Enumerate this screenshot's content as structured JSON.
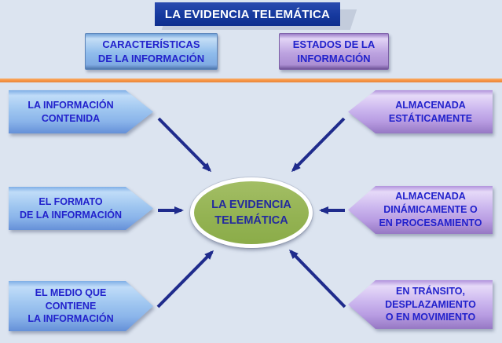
{
  "title": "LA EVIDENCIA TELEMÁTICA",
  "column_headers": {
    "characteristics": "CARACTERÍSTICAS\nDE LA INFORMACIÓN",
    "states": "ESTADOS DE LA\nINFORMACIÓN"
  },
  "characteristics": [
    {
      "label": "LA INFORMACIÓN\nCONTENIDA"
    },
    {
      "label": "EL FORMATO\nDE LA INFORMACIÓN"
    },
    {
      "label": "EL MEDIO QUE\nCONTIENE\nLA INFORMACIÓN"
    }
  ],
  "states": [
    {
      "label": "ALMACENADA\nESTÁTICAMENTE"
    },
    {
      "label": "ALMACENADA\nDINÁMICAMENTE O\nEN PROCESAMIENTO"
    },
    {
      "label": "EN TRÁNSITO,\nDESPLAZAMIENTO\nO EN MOVIMIENTO"
    }
  ],
  "center": {
    "label": "LA EVIDENCIA\nTELEMÁTICA"
  },
  "colors": {
    "background": "#DCE4F0",
    "title_bg": "#16399E",
    "title_text": "#FFFFFF",
    "blue_box": "#9FC6F0",
    "purple_box": "#CBB6EE",
    "divider_orange": "#F79646",
    "ellipse_green": "#94B353",
    "arrow_navy": "#1F2B8C",
    "label_text_blue": "#2222CC",
    "center_text": "#232A9E"
  }
}
